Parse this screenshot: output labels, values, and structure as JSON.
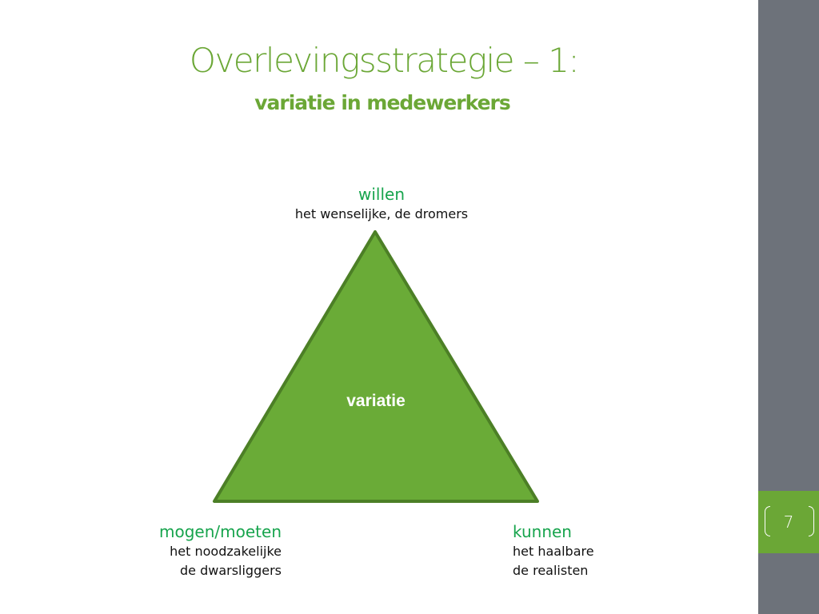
{
  "slide": {
    "title": "Overlevingsstrategie – 1:",
    "subtitle": "variatie in medewerkers",
    "page_number": "7"
  },
  "diagram": {
    "center_label": "variatie",
    "top": {
      "heading": "willen",
      "lines": [
        "het wenselijke, de dromers"
      ]
    },
    "bottom_left": {
      "heading": "mogen/moeten",
      "lines": [
        "het noodzakelijke",
        "de dwarsliggers"
      ]
    },
    "bottom_right": {
      "heading": "kunnen",
      "lines": [
        "het haalbare",
        "de realisten"
      ]
    }
  },
  "colors": {
    "accent": "#6ba736",
    "triangle_fill": "#6aab37",
    "triangle_stroke": "#4c7f26",
    "vertex_heading": "#17a44d",
    "sidebar": "#6d727a"
  }
}
